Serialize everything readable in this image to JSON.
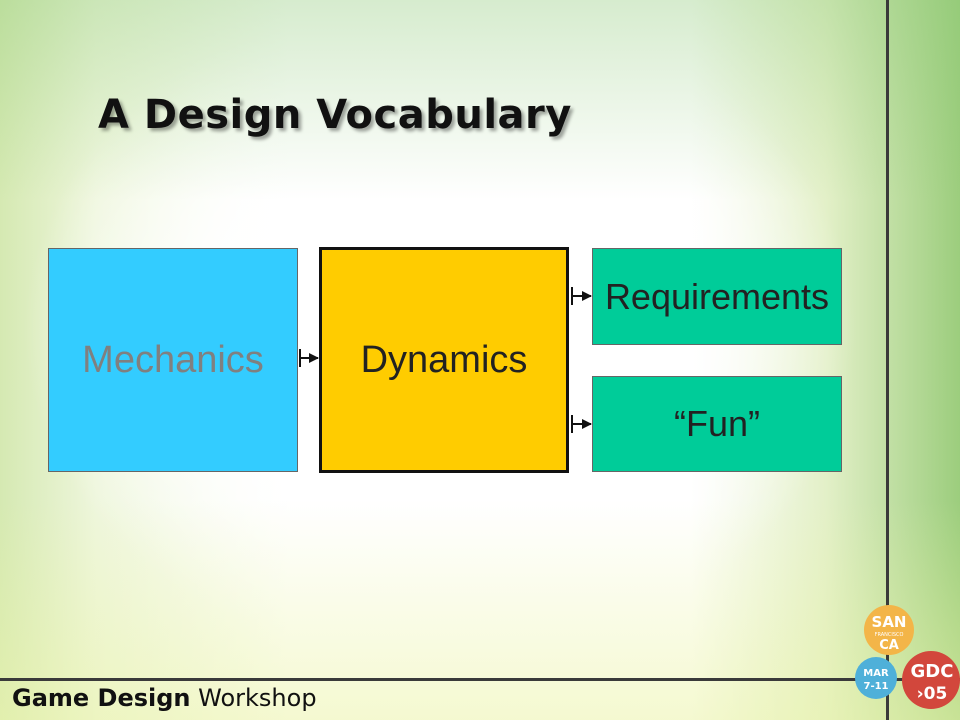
{
  "slide": {
    "title": "A Design Vocabulary"
  },
  "diagram": {
    "boxes": {
      "mechanics": "Mechanics",
      "dynamics": "Dynamics",
      "requirements": "Requirements",
      "fun": "“Fun”"
    },
    "colors": {
      "mechanics": "#33ccff",
      "dynamics": "#ffcc00",
      "outputs": "#00cc99"
    }
  },
  "footer": {
    "bold": "Game Design",
    "regular": "Workshop"
  },
  "logo": {
    "city1": "SAN",
    "city2": "FRANCISCO",
    "state": "CA",
    "month": "MAR",
    "dates": "7-11",
    "brand": "GDC",
    "year": "›05"
  }
}
